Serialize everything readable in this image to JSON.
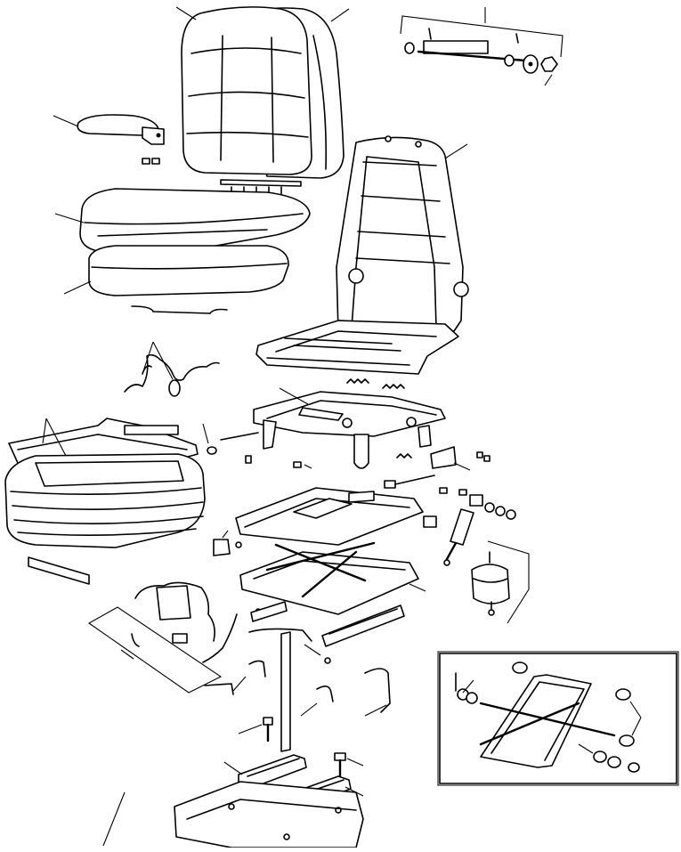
{
  "diagram": {
    "type": "exploded-parts-view",
    "subject": "seat-assembly",
    "line_color": "#000000",
    "background": "#ffffff",
    "parts": [
      "backrest-cushion",
      "backrest-rear-cover",
      "armrest",
      "seat-cushion-upper",
      "seat-cushion-lower",
      "seat-frame",
      "wire-harness",
      "armrest-shaft-assembly",
      "recliner-mechanism",
      "seat-slide-rails",
      "seat-pan-shell",
      "suspension-plate",
      "scissor-linkage",
      "shock-absorber",
      "air-spring",
      "base-rails",
      "floor-mount",
      "detail-inset-scissor"
    ]
  }
}
